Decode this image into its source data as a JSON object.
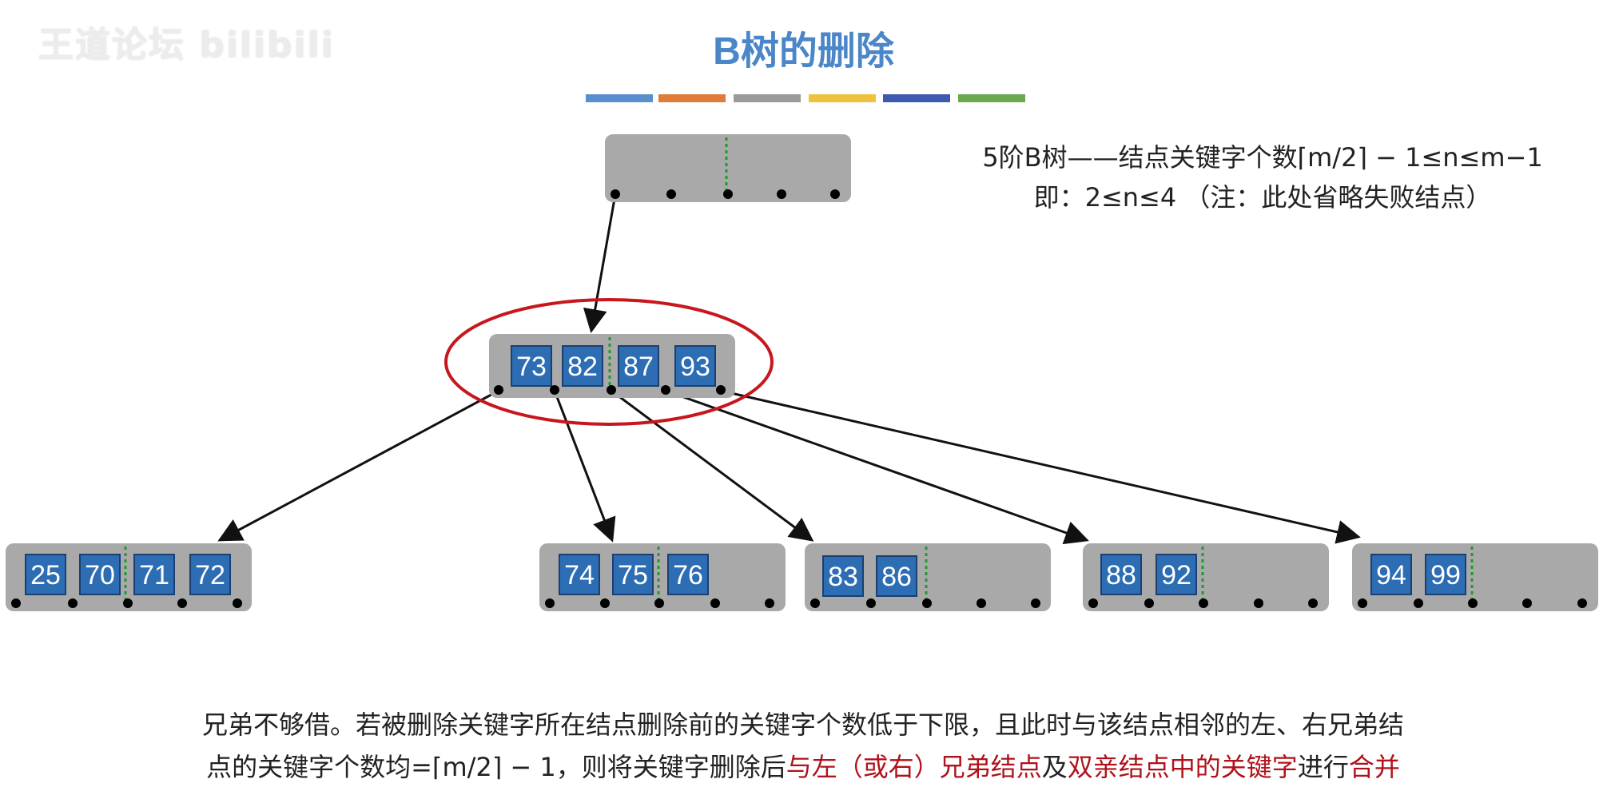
{
  "watermark": "王道论坛 bilibili",
  "title": "B树的删除",
  "color_bars": [
    "#5a8fcf",
    "#e07b39",
    "#9b9b9b",
    "#eec23a",
    "#3c5bb0",
    "#6aa84f"
  ],
  "note": {
    "line1": "5阶B树——结点关键字个数⌈m/2⌉ − 1≤n≤m−1",
    "line2": "即：2≤n≤4 （注：此处省略失败结点）"
  },
  "tree": {
    "root": {
      "keys": []
    },
    "middle": {
      "keys": [
        "73",
        "82",
        "87",
        "93"
      ]
    },
    "leaves": [
      {
        "keys": [
          "25",
          "70",
          "71",
          "72"
        ]
      },
      {
        "keys": [
          "74",
          "75",
          "76"
        ]
      },
      {
        "keys": [
          "83",
          "86"
        ]
      },
      {
        "keys": [
          "88",
          "92"
        ]
      },
      {
        "keys": [
          "94",
          "99"
        ]
      }
    ]
  },
  "colors": {
    "node_bg": "#a9a9a9",
    "key_box": "#2c6db3",
    "key_border": "#1a3f70",
    "divider": "#1f9a2f",
    "highlight_circle": "#c8161d",
    "text_red": "#b0121b"
  },
  "bottom": {
    "line1": "兄弟不够借。若被删除关键字所在结点删除前的关键字个数低于下限，且此时与该结点相邻的左、右兄弟结",
    "line2_a": "点的关键字个数均=⌈m/2⌉ − 1，则将关键字删除后",
    "line2_b": "与左（或右）兄弟结点",
    "line2_c": "及",
    "line2_d": "双亲结点中的关键字",
    "line2_e": "进行",
    "line2_f": "合并"
  }
}
